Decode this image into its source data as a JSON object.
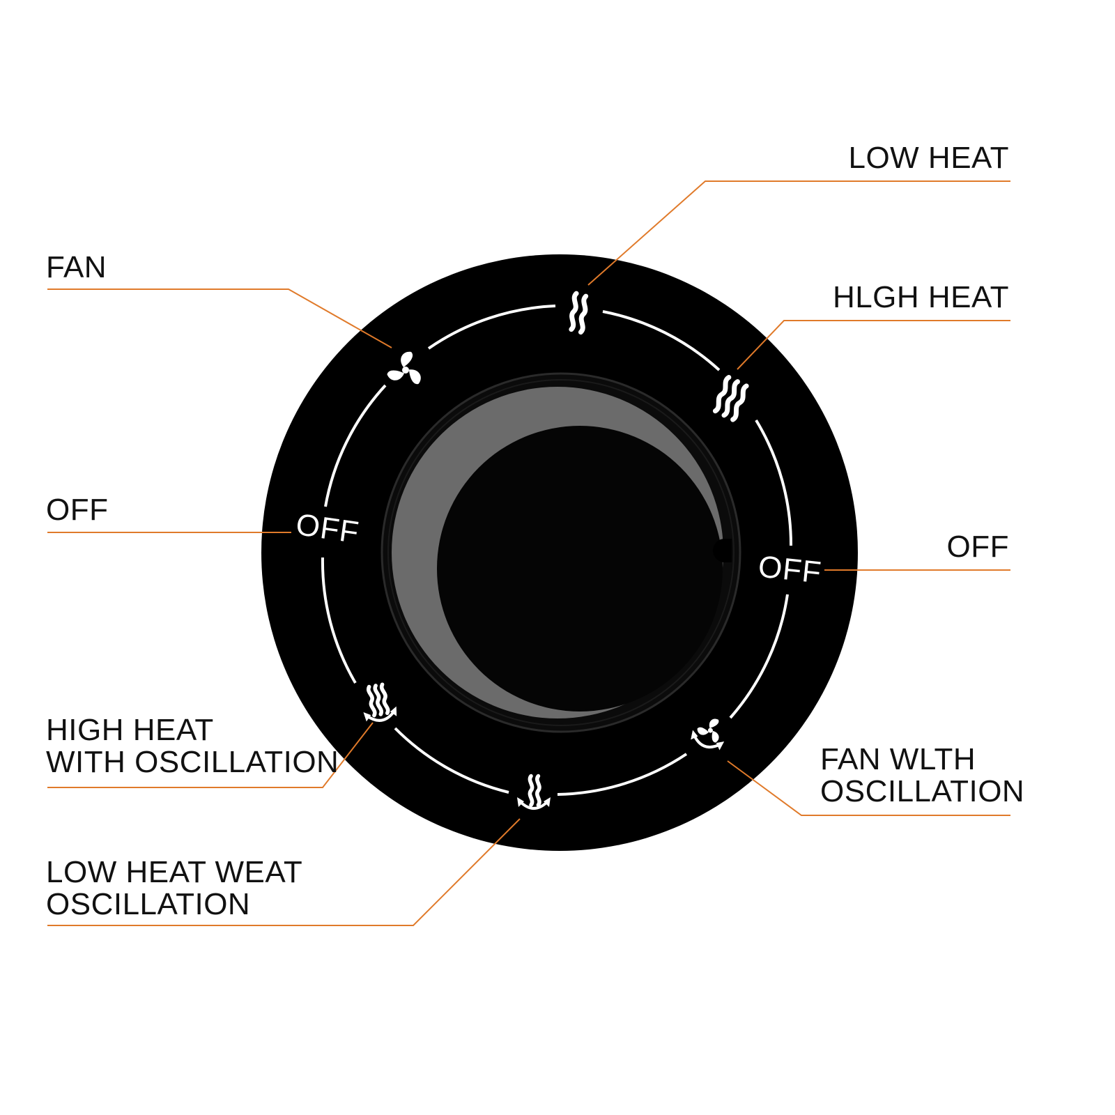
{
  "colors": {
    "background": "#ffffff",
    "dial_plate": "#000000",
    "dial_markings": "#ffffff",
    "knob_ring": "#6b6b6b",
    "knob_center": "#050505",
    "leader_line": "#e07a2a",
    "label_text": "#111111"
  },
  "dial": {
    "off_left": "OFF",
    "off_right": "OFF",
    "icons": {
      "low_heat": "low-heat-icon",
      "high_heat": "high-heat-icon",
      "fan": "fan-icon",
      "high_heat_oscillation": "high-heat-oscillation-icon",
      "low_heat_oscillation": "low-heat-oscillation-icon",
      "fan_oscillation": "fan-oscillation-icon"
    }
  },
  "callouts": {
    "low_heat": {
      "lines": [
        "LOW HEAT"
      ]
    },
    "high_heat": {
      "lines": [
        "HLGH HEAT"
      ]
    },
    "off_right": {
      "lines": [
        "OFF"
      ]
    },
    "fan_oscillation": {
      "lines": [
        "FAN WLTH",
        "OSCILLATION"
      ]
    },
    "fan": {
      "lines": [
        "FAN"
      ]
    },
    "off_left": {
      "lines": [
        "OFF"
      ]
    },
    "high_heat_oscillation": {
      "lines": [
        "HIGH HEAT",
        "WITH OSCILLATION"
      ]
    },
    "low_heat_oscillation": {
      "lines": [
        "LOW HEAT WEAT",
        "OSCILLATION"
      ]
    }
  }
}
